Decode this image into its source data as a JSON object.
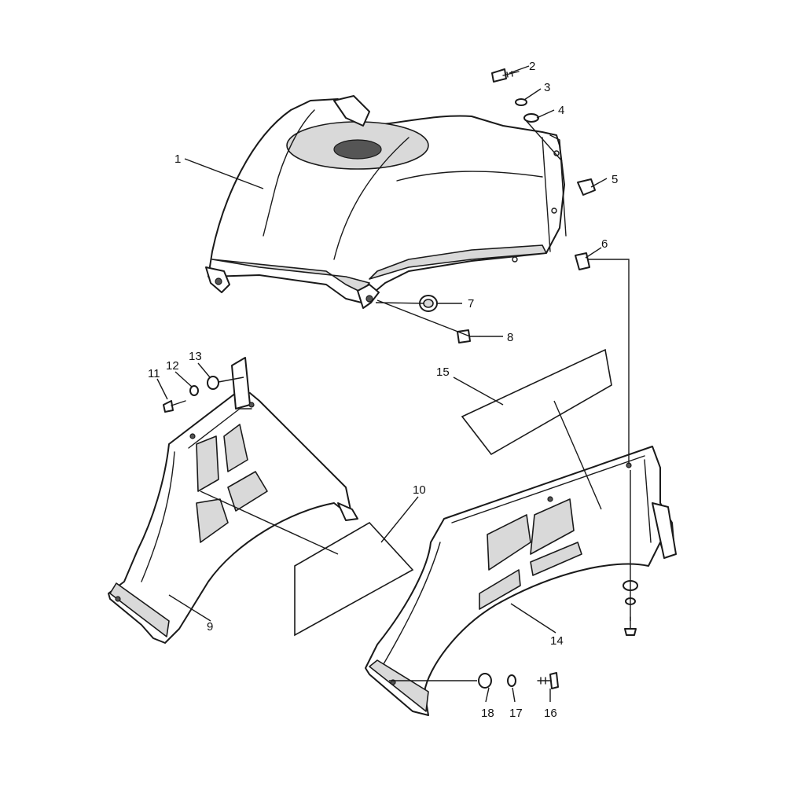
{
  "diagram": {
    "colors": {
      "line": "#1a1a1a",
      "shade": "#d9d9d9",
      "background": "#ffffff"
    },
    "callouts": [
      {
        "id": "1",
        "label": "1"
      },
      {
        "id": "2",
        "label": "2"
      },
      {
        "id": "3",
        "label": "3"
      },
      {
        "id": "4",
        "label": "4"
      },
      {
        "id": "5",
        "label": "5"
      },
      {
        "id": "6",
        "label": "6"
      },
      {
        "id": "7",
        "label": "7"
      },
      {
        "id": "8",
        "label": "8"
      },
      {
        "id": "9",
        "label": "9"
      },
      {
        "id": "10",
        "label": "10"
      },
      {
        "id": "11",
        "label": "11"
      },
      {
        "id": "12",
        "label": "12"
      },
      {
        "id": "13",
        "label": "13"
      },
      {
        "id": "14",
        "label": "14"
      },
      {
        "id": "15",
        "label": "15"
      },
      {
        "id": "16",
        "label": "16"
      },
      {
        "id": "17",
        "label": "17"
      },
      {
        "id": "18",
        "label": "18"
      }
    ]
  }
}
